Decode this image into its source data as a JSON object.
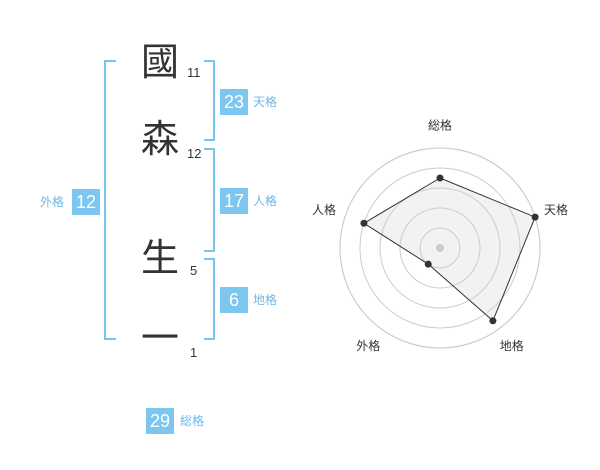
{
  "name": {
    "characters": [
      {
        "char": "國",
        "strokes": "11"
      },
      {
        "char": "森",
        "strokes": "12"
      },
      {
        "char": "生",
        "strokes": "5"
      },
      {
        "char": "一",
        "strokes": "1"
      }
    ]
  },
  "fortunes": {
    "tenkaku": {
      "value": "23",
      "label": "天格"
    },
    "jinkaku": {
      "value": "17",
      "label": "人格"
    },
    "chikaku": {
      "value": "6",
      "label": "地格"
    },
    "gaikaku": {
      "value": "12",
      "label": "外格"
    },
    "soukaku": {
      "value": "29",
      "label": "総格"
    }
  },
  "radar": {
    "axes": [
      "総格",
      "天格",
      "地格",
      "外格",
      "人格"
    ],
    "levels": 5,
    "values": [
      3.5,
      5,
      4.5,
      1,
      4
    ],
    "max": 5,
    "colors": {
      "fill": "#f2f2f2",
      "grid": "#cccccc",
      "line": "#333333",
      "point": "#333333"
    }
  },
  "colors": {
    "accent": "#7cc6f0",
    "label": "#6bb9e8"
  }
}
